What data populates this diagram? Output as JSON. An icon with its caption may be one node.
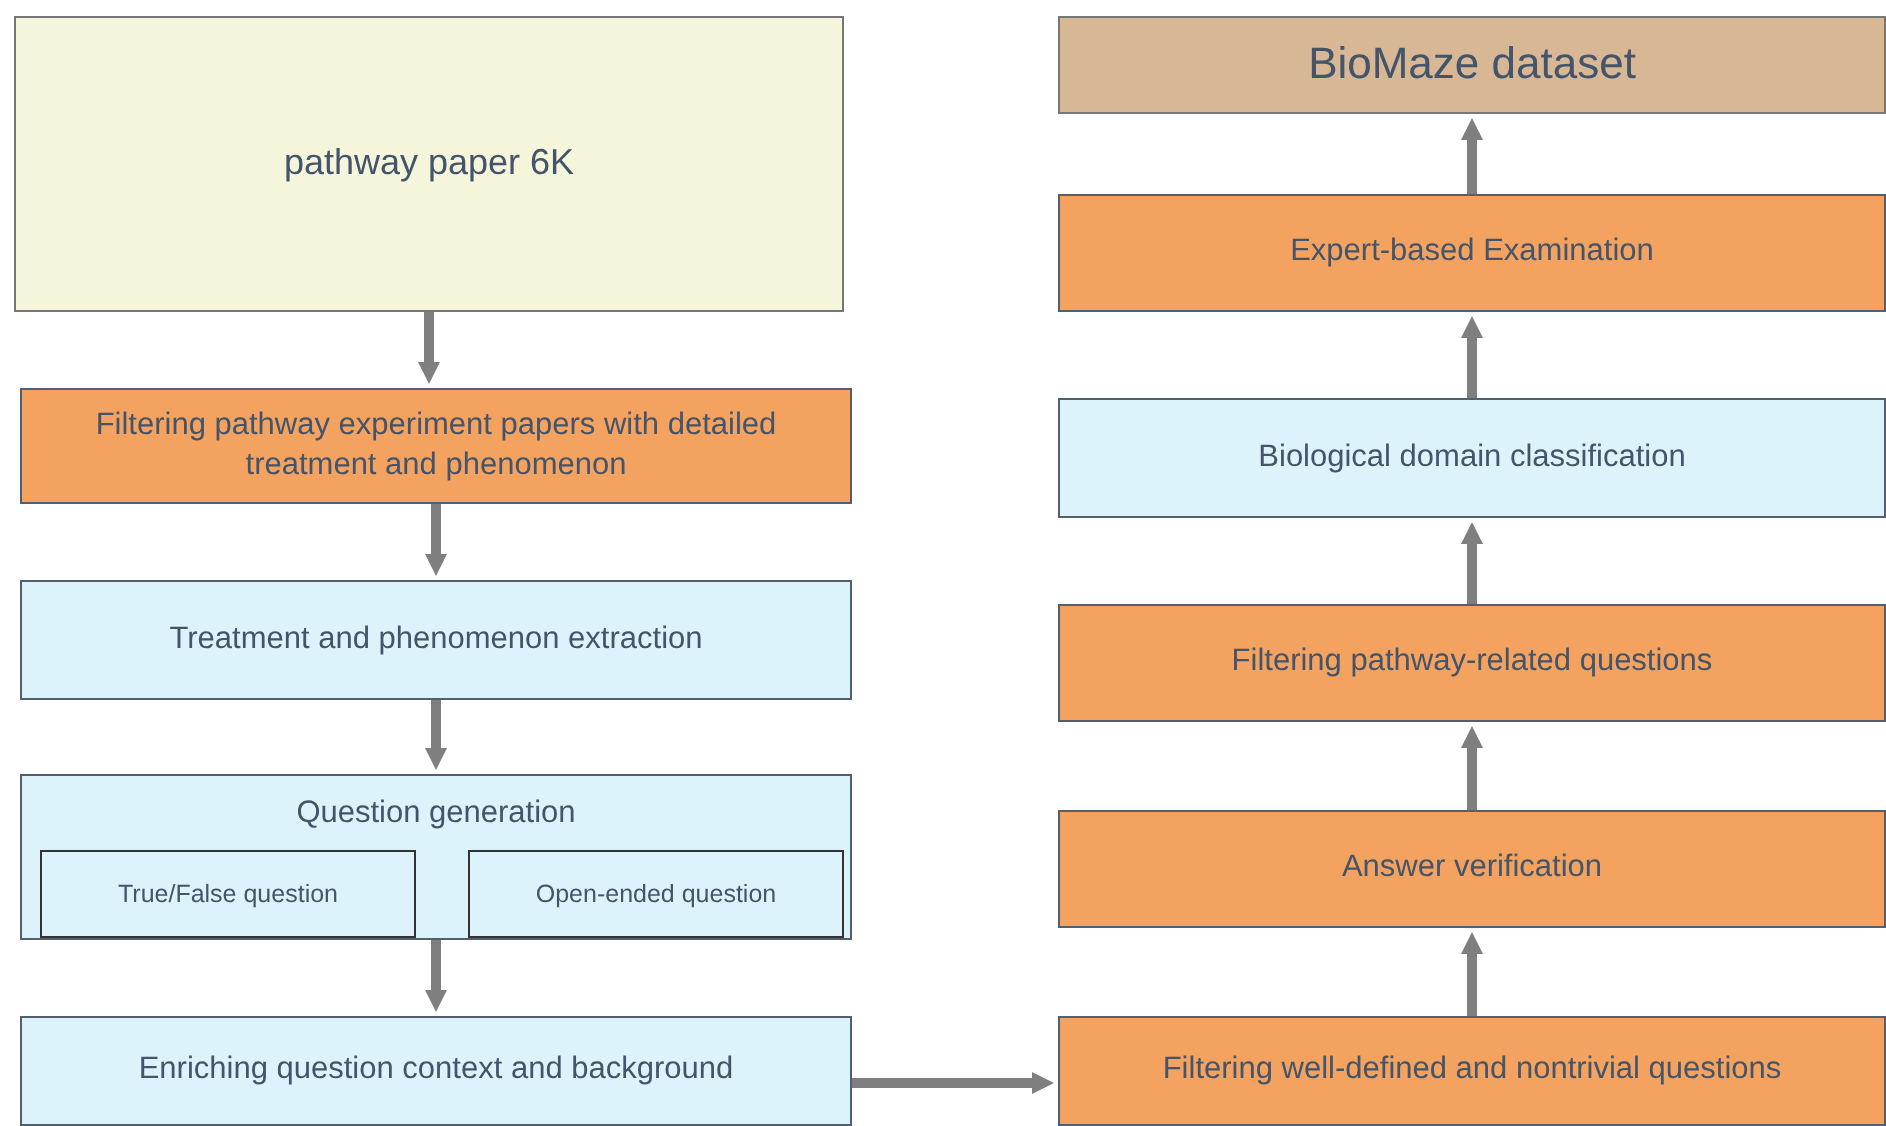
{
  "diagram": {
    "nodes": [
      {
        "text": [
          "pathway paper 6K"
        ]
      },
      {
        "text": [
          "Filtering pathway experiment papers with detailed treatment and phenomenon"
        ]
      },
      {
        "text": [
          "Treatment and phenomenon extraction"
        ]
      },
      {
        "text": [
          "Question generation"
        ]
      },
      {
        "text": [
          "True/False question"
        ],
        "in": 3
      },
      {
        "text": [
          "Open-ended question"
        ],
        "in": 3
      },
      {
        "text": [
          "Enriching question context and background"
        ]
      },
      {
        "text": [
          "Filtering well-defined and nontrivial questions"
        ]
      },
      {
        "text": [
          "Answer verification"
        ]
      },
      {
        "text": [
          "Filtering pathway-related questions"
        ]
      },
      {
        "text": [
          "Biological domain classification"
        ]
      },
      {
        "text": [
          "Expert-based Examination"
        ]
      },
      {
        "text": [
          "BioMaze dataset"
        ]
      }
    ],
    "edges": [
      {
        "from": 0,
        "to": 1,
        "arrow": "to"
      },
      {
        "from": 1,
        "to": 2,
        "arrow": "to"
      },
      {
        "from": 2,
        "to": 3,
        "arrow": "to"
      },
      {
        "from": 3,
        "to": 6,
        "arrow": "to"
      },
      {
        "from": 6,
        "to": 7,
        "arrow": "to"
      },
      {
        "from": 7,
        "to": 8,
        "arrow": "to"
      },
      {
        "from": 8,
        "to": 9,
        "arrow": "to"
      },
      {
        "from": 9,
        "to": 10,
        "arrow": "to"
      },
      {
        "from": 10,
        "to": 11,
        "arrow": "to"
      },
      {
        "from": 11,
        "to": 12,
        "arrow": "to"
      }
    ]
  }
}
